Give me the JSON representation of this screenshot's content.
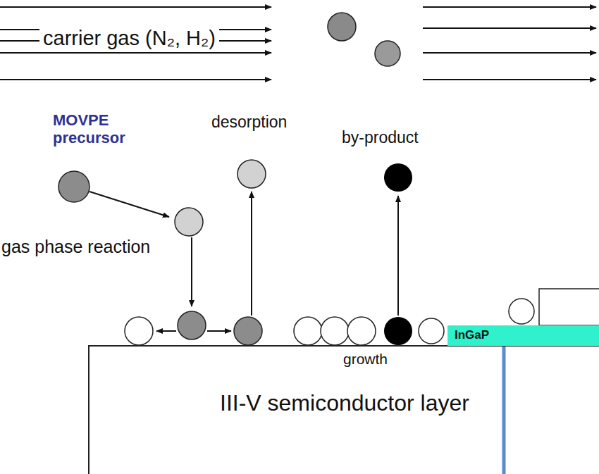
{
  "diagram": {
    "nodes": [
      {
        "text": [
          "growth",
          "III-V semiconductor layer"
        ]
      },
      {
        "text": [
          "InGaP"
        ]
      }
    ],
    "labels": [
      "carrier gas (N₂, H₂)",
      "MOVPE precursor",
      "gas phase reaction",
      "desorption",
      "by-product"
    ]
  }
}
